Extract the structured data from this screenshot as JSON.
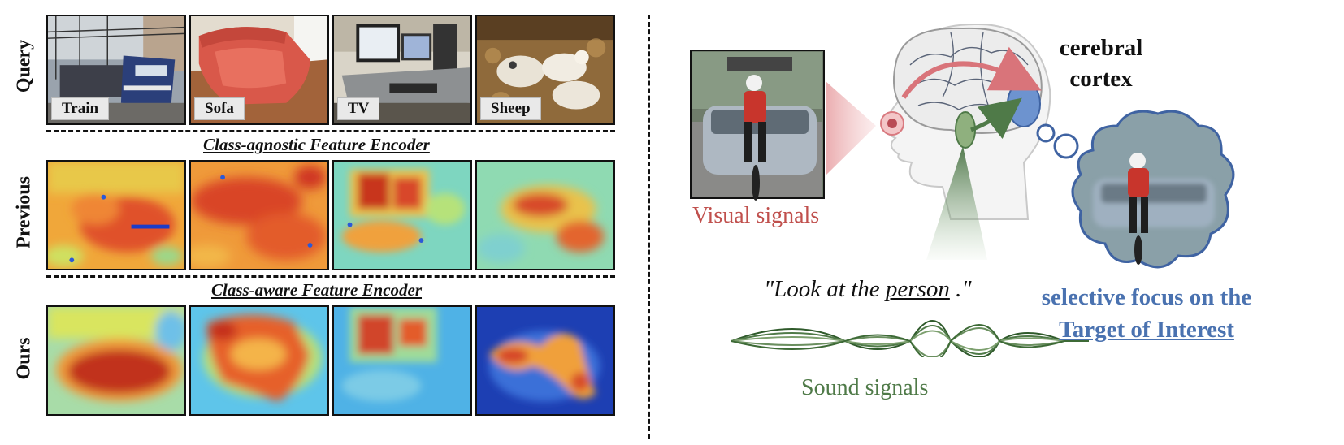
{
  "rows": {
    "query": "Query",
    "previous": "Previous",
    "ours": "Ours"
  },
  "query_labels": [
    "Train",
    "Sofa",
    "TV",
    "Sheep"
  ],
  "encoders": {
    "previous": "Class-agnostic Feature Encoder",
    "ours": "Class-aware Feature Encoder"
  },
  "right": {
    "cortex_line1": "cerebral",
    "cortex_line2": "cortex",
    "visual_signals": "Visual signals",
    "quote_before": "\"Look at the ",
    "quote_target": "person",
    "quote_after": " .\"",
    "sound_signals": "Sound signals",
    "focus_line1": "selective focus on the",
    "focus_line2": "Target of Interest"
  },
  "colors": {
    "visual": "#c0504d",
    "sound": "#4f7a48",
    "focus": "#4a72b0",
    "brain_arrow": "#d9747a"
  }
}
